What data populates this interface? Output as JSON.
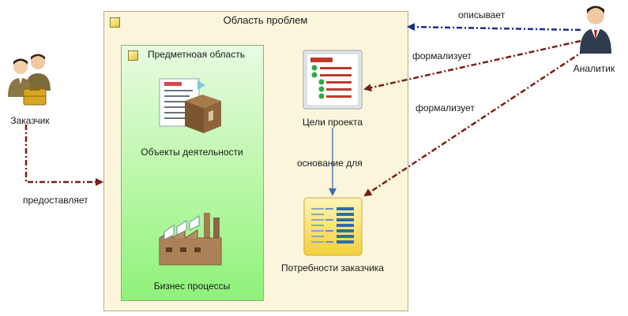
{
  "areas": {
    "problem": "Область проблем",
    "subject": "Предметноая область"
  },
  "nodes": {
    "customer": "Заказчик",
    "analyst": "Аналитик",
    "objects": "Объекты деятельности",
    "processes": "Бизнес процессы",
    "goals": "Цели проекта",
    "needs": "Потребности заказчика"
  },
  "edges": {
    "describes": "описывает",
    "formalizes_goals": "формализует",
    "formalizes_needs": "формализует",
    "basis_for": "основание для",
    "provides": "предоставляет"
  },
  "colors": {
    "problem_fill": "#fbf5dc",
    "subject_fill": "#b9f7a6",
    "dashed_brown": "#7a1e14",
    "dashed_blue": "#1b2d8f",
    "solid_blue": "#3c6fb0"
  }
}
